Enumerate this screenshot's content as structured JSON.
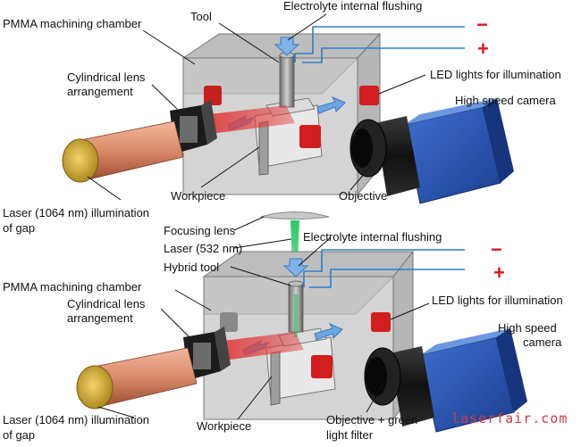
{
  "top": {
    "chamber": "PMMA machining chamber",
    "tool": "Tool",
    "flushing": "Electrolyte internal flushing",
    "lens_l1": "Cylindrical lens",
    "lens_l2": "arrangement",
    "led": "LED lights for illumination",
    "camera": "High speed camera",
    "workpiece": "Workpiece",
    "objective": "Objective",
    "laser_l1": "Laser (1064 nm) illumination",
    "laser_l2": "of gap"
  },
  "middle": {
    "focusing_lens": "Focusing lens",
    "laser532": "Laser (532 nm)"
  },
  "bottom": {
    "flushing": "Electrolyte internal flushing",
    "hybrid_tool": "Hybrid tool",
    "chamber": "PMMA machining chamber",
    "lens_l1": "Cylindrical lens",
    "lens_l2": "arrangement",
    "led": "LED lights for illumination",
    "camera_l1": "High speed",
    "camera_l2": "camera",
    "laser_l1": "Laser (1064 nm) illumination",
    "laser_l2": "of gap",
    "workpiece": "Workpiece",
    "objective_l1": "Objective + green",
    "objective_l2": "light filter"
  },
  "signs": {
    "minus": "−",
    "plus": "+"
  },
  "watermark": "laserfair.com",
  "colors": {
    "chamber": "#9a9a9a",
    "laser_body": "#d98b6a",
    "laser_lens": "#c9a227",
    "beam_red": "#e23a3a",
    "beam_green": "#22c55e",
    "camera_blue": "#2350b0",
    "wire_blue": "#2a7fd0",
    "sign_red": "#e0161c"
  }
}
